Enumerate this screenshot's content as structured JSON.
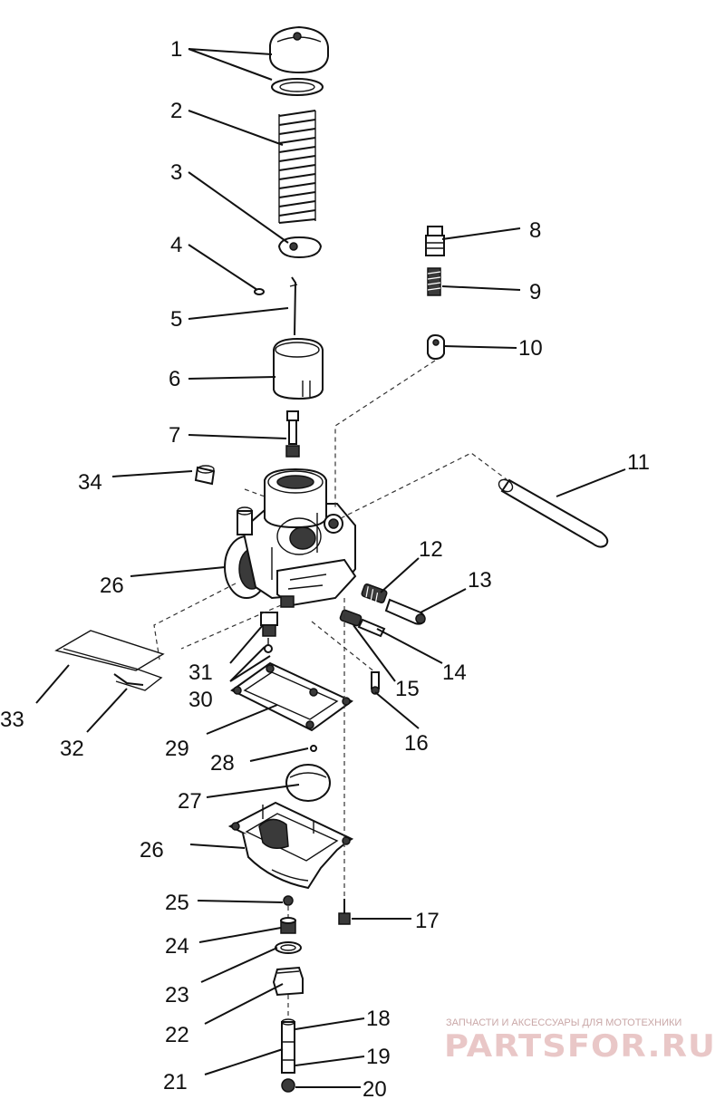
{
  "diagram": {
    "callouts": [
      "1",
      "2",
      "3",
      "4",
      "5",
      "6",
      "7",
      "8",
      "9",
      "10",
      "11",
      "12",
      "13",
      "14",
      "15",
      "16",
      "17",
      "18",
      "19",
      "20",
      "21",
      "22",
      "23",
      "24",
      "25",
      "26",
      "26",
      "27",
      "28",
      "29",
      "30",
      "31",
      "32",
      "33",
      "34"
    ]
  },
  "watermark": {
    "tagline": "ЗАПЧАСТИ И АКСЕССУАРЫ ДЛЯ МОТОТЕХНИКИ",
    "brand": "PARTSFOR.RU"
  },
  "colors": {
    "ink": "#111111",
    "watermark": "#e9c7c7"
  }
}
